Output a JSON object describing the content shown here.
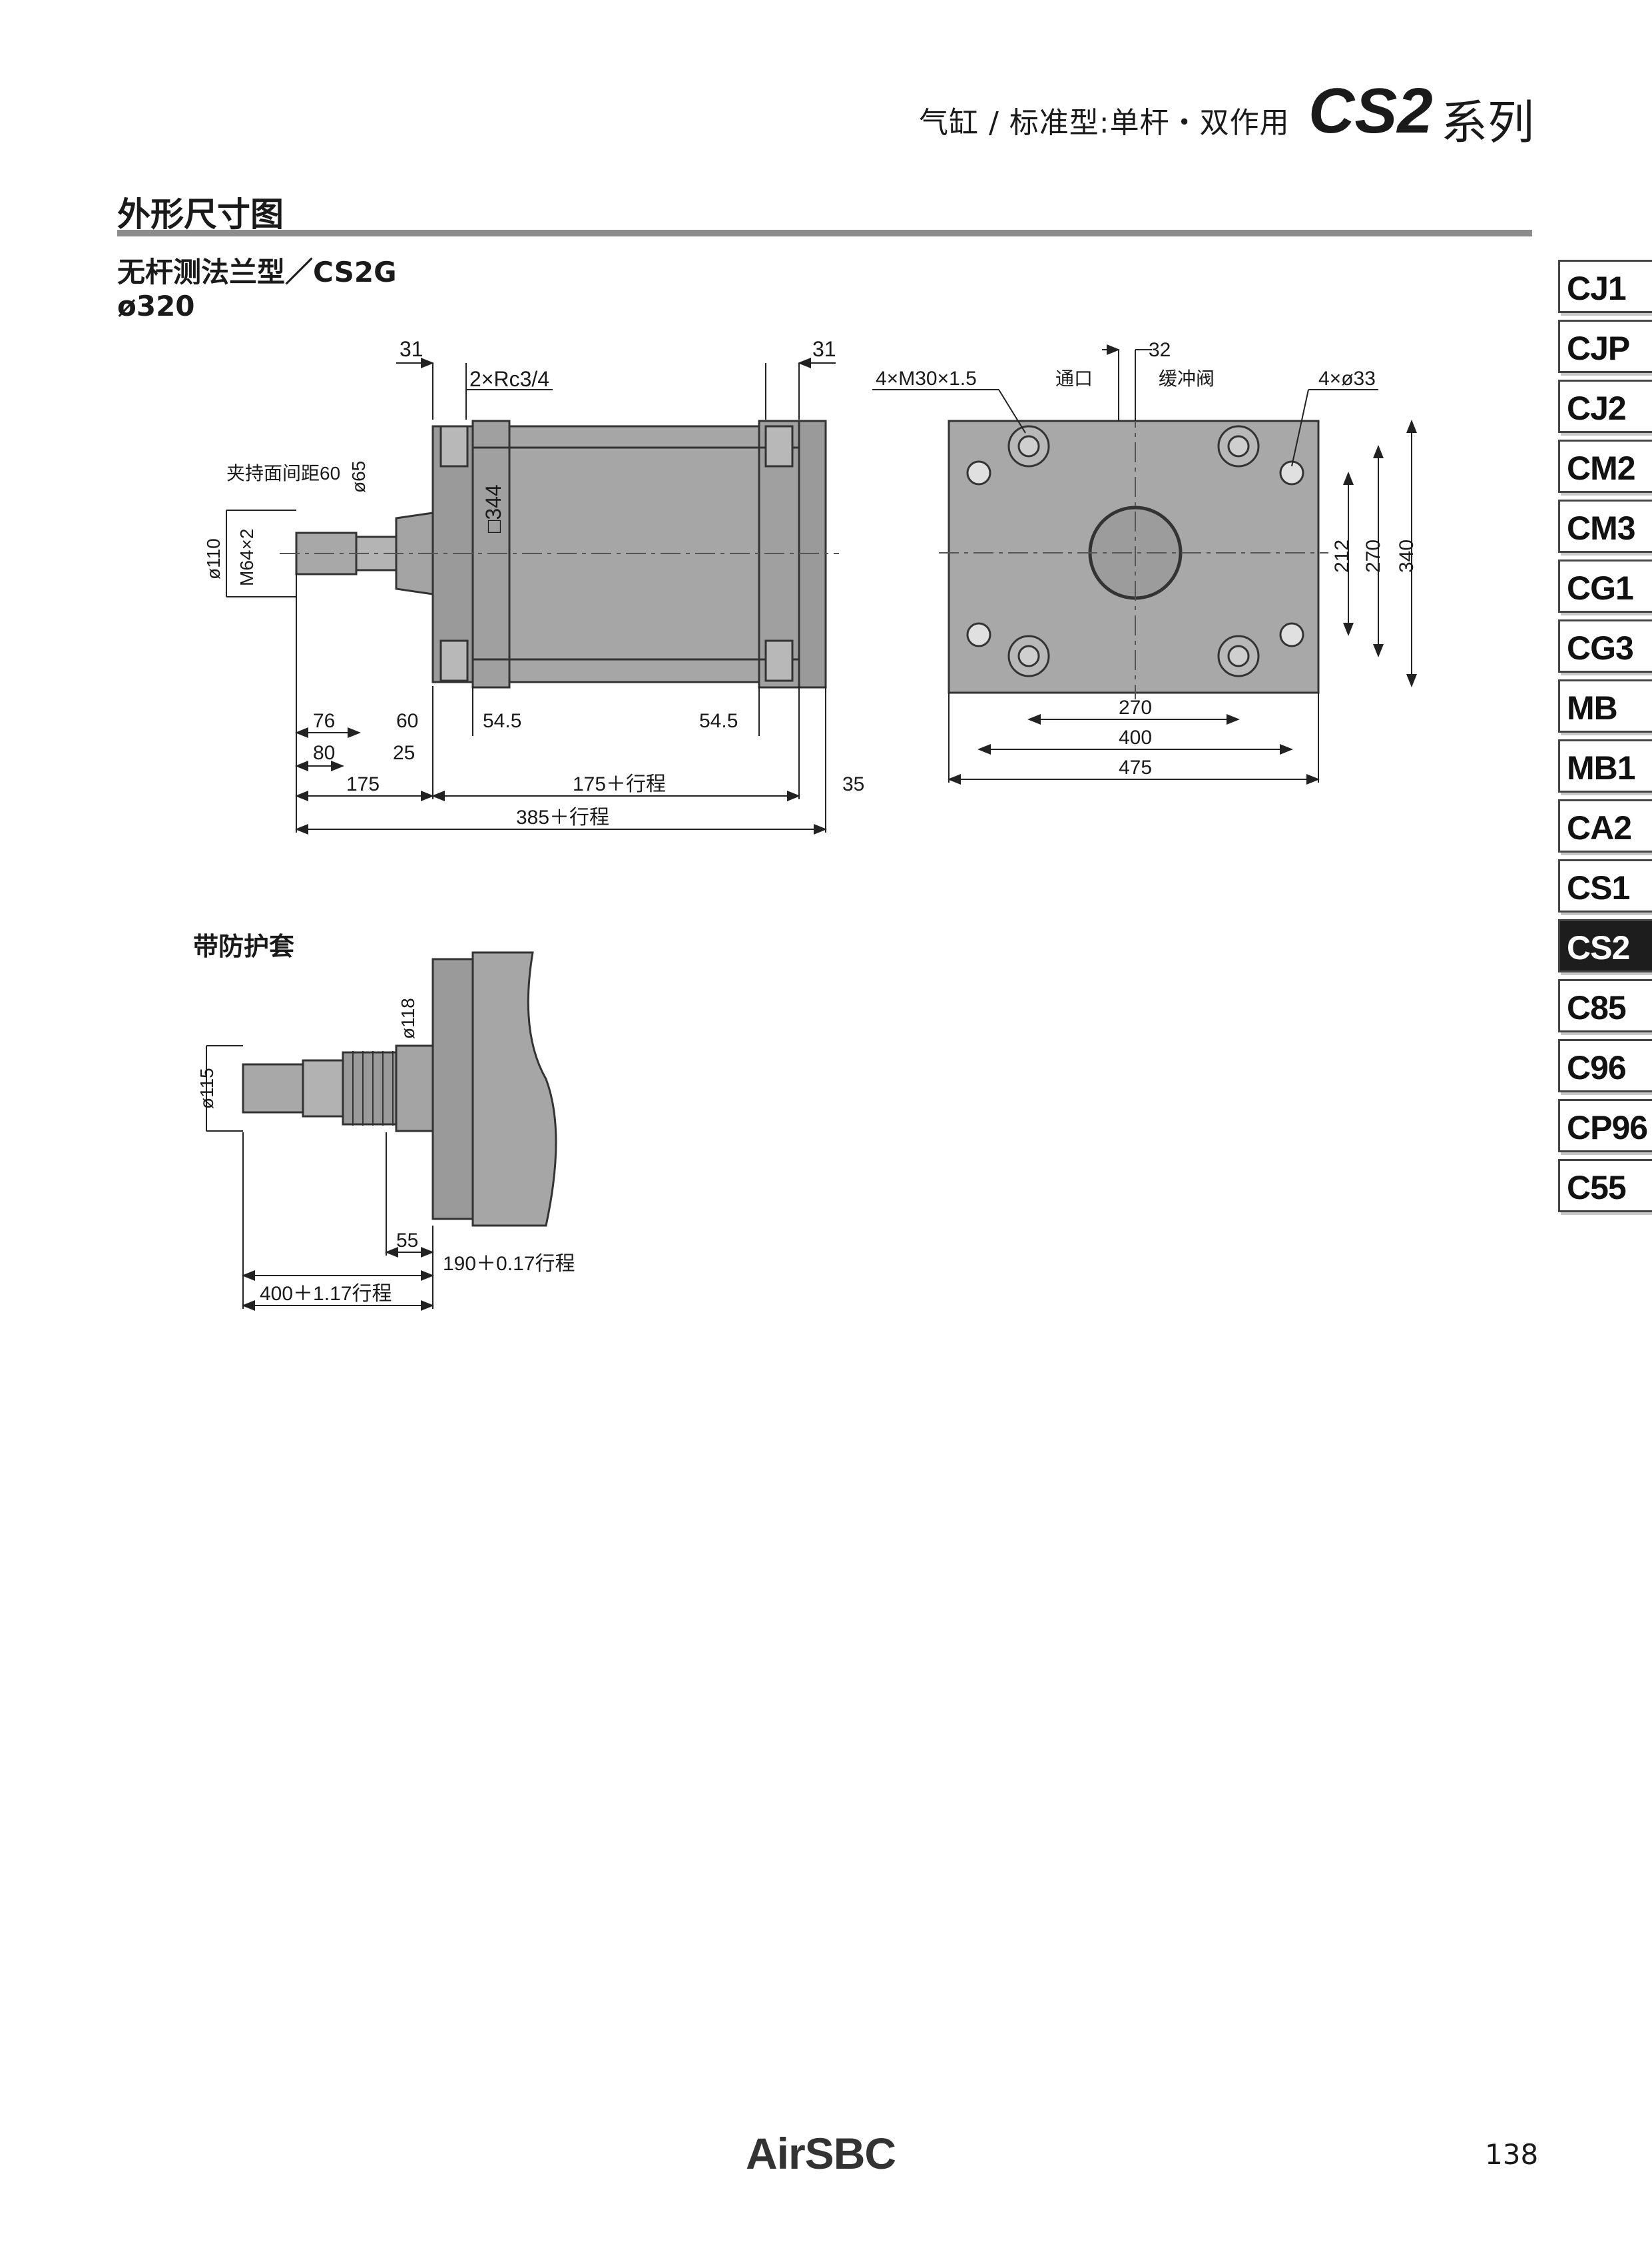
{
  "header": {
    "category": "气缸 / 标准型:单杆・双作用",
    "series_code": "CS2",
    "series_suffix": "系列"
  },
  "section": {
    "title": "外形尺寸图",
    "subtitle": "无杆测法兰型／CS2G",
    "bore": "ø320",
    "boot_title": "带防护套"
  },
  "tabs": [
    "CJ1",
    "CJP",
    "CJ2",
    "CM2",
    "CM3",
    "CG1",
    "CG3",
    "MB",
    "MB1",
    "CA2",
    "CS1",
    "CS2",
    "C85",
    "C96",
    "CP96",
    "C55"
  ],
  "active_tab": "CS2",
  "side_view": {
    "dim_31_left": "31",
    "port": "2×Rc3/4",
    "dim_31_right": "31",
    "clamp_label": "夹持面间距60",
    "rod_dia": "ø65",
    "rod_end_dia": "ø110",
    "thread": "M64×2",
    "square": "□344",
    "d76": "76",
    "d60": "60",
    "d54_5a": "54.5",
    "d54_5b": "54.5",
    "d80": "80",
    "d25": "25",
    "d175": "175",
    "d175_stroke": "175＋行程",
    "d35": "35",
    "d385_stroke": "385＋行程"
  },
  "end_view": {
    "thread_holes": "4×M30×1.5",
    "port_label": "通口",
    "d32": "32",
    "cushion_label": "缓冲阀",
    "holes": "4×ø33",
    "v212": "212",
    "v270": "270",
    "v340": "340",
    "h270": "270",
    "h400": "400",
    "h475": "475"
  },
  "boot_view": {
    "d118": "ø118",
    "d115": "ø115",
    "d55": "55",
    "d190": "190＋0.17行程",
    "d400": "400＋1.17行程"
  },
  "footer": {
    "logo": "AirSBC",
    "page": "138"
  }
}
